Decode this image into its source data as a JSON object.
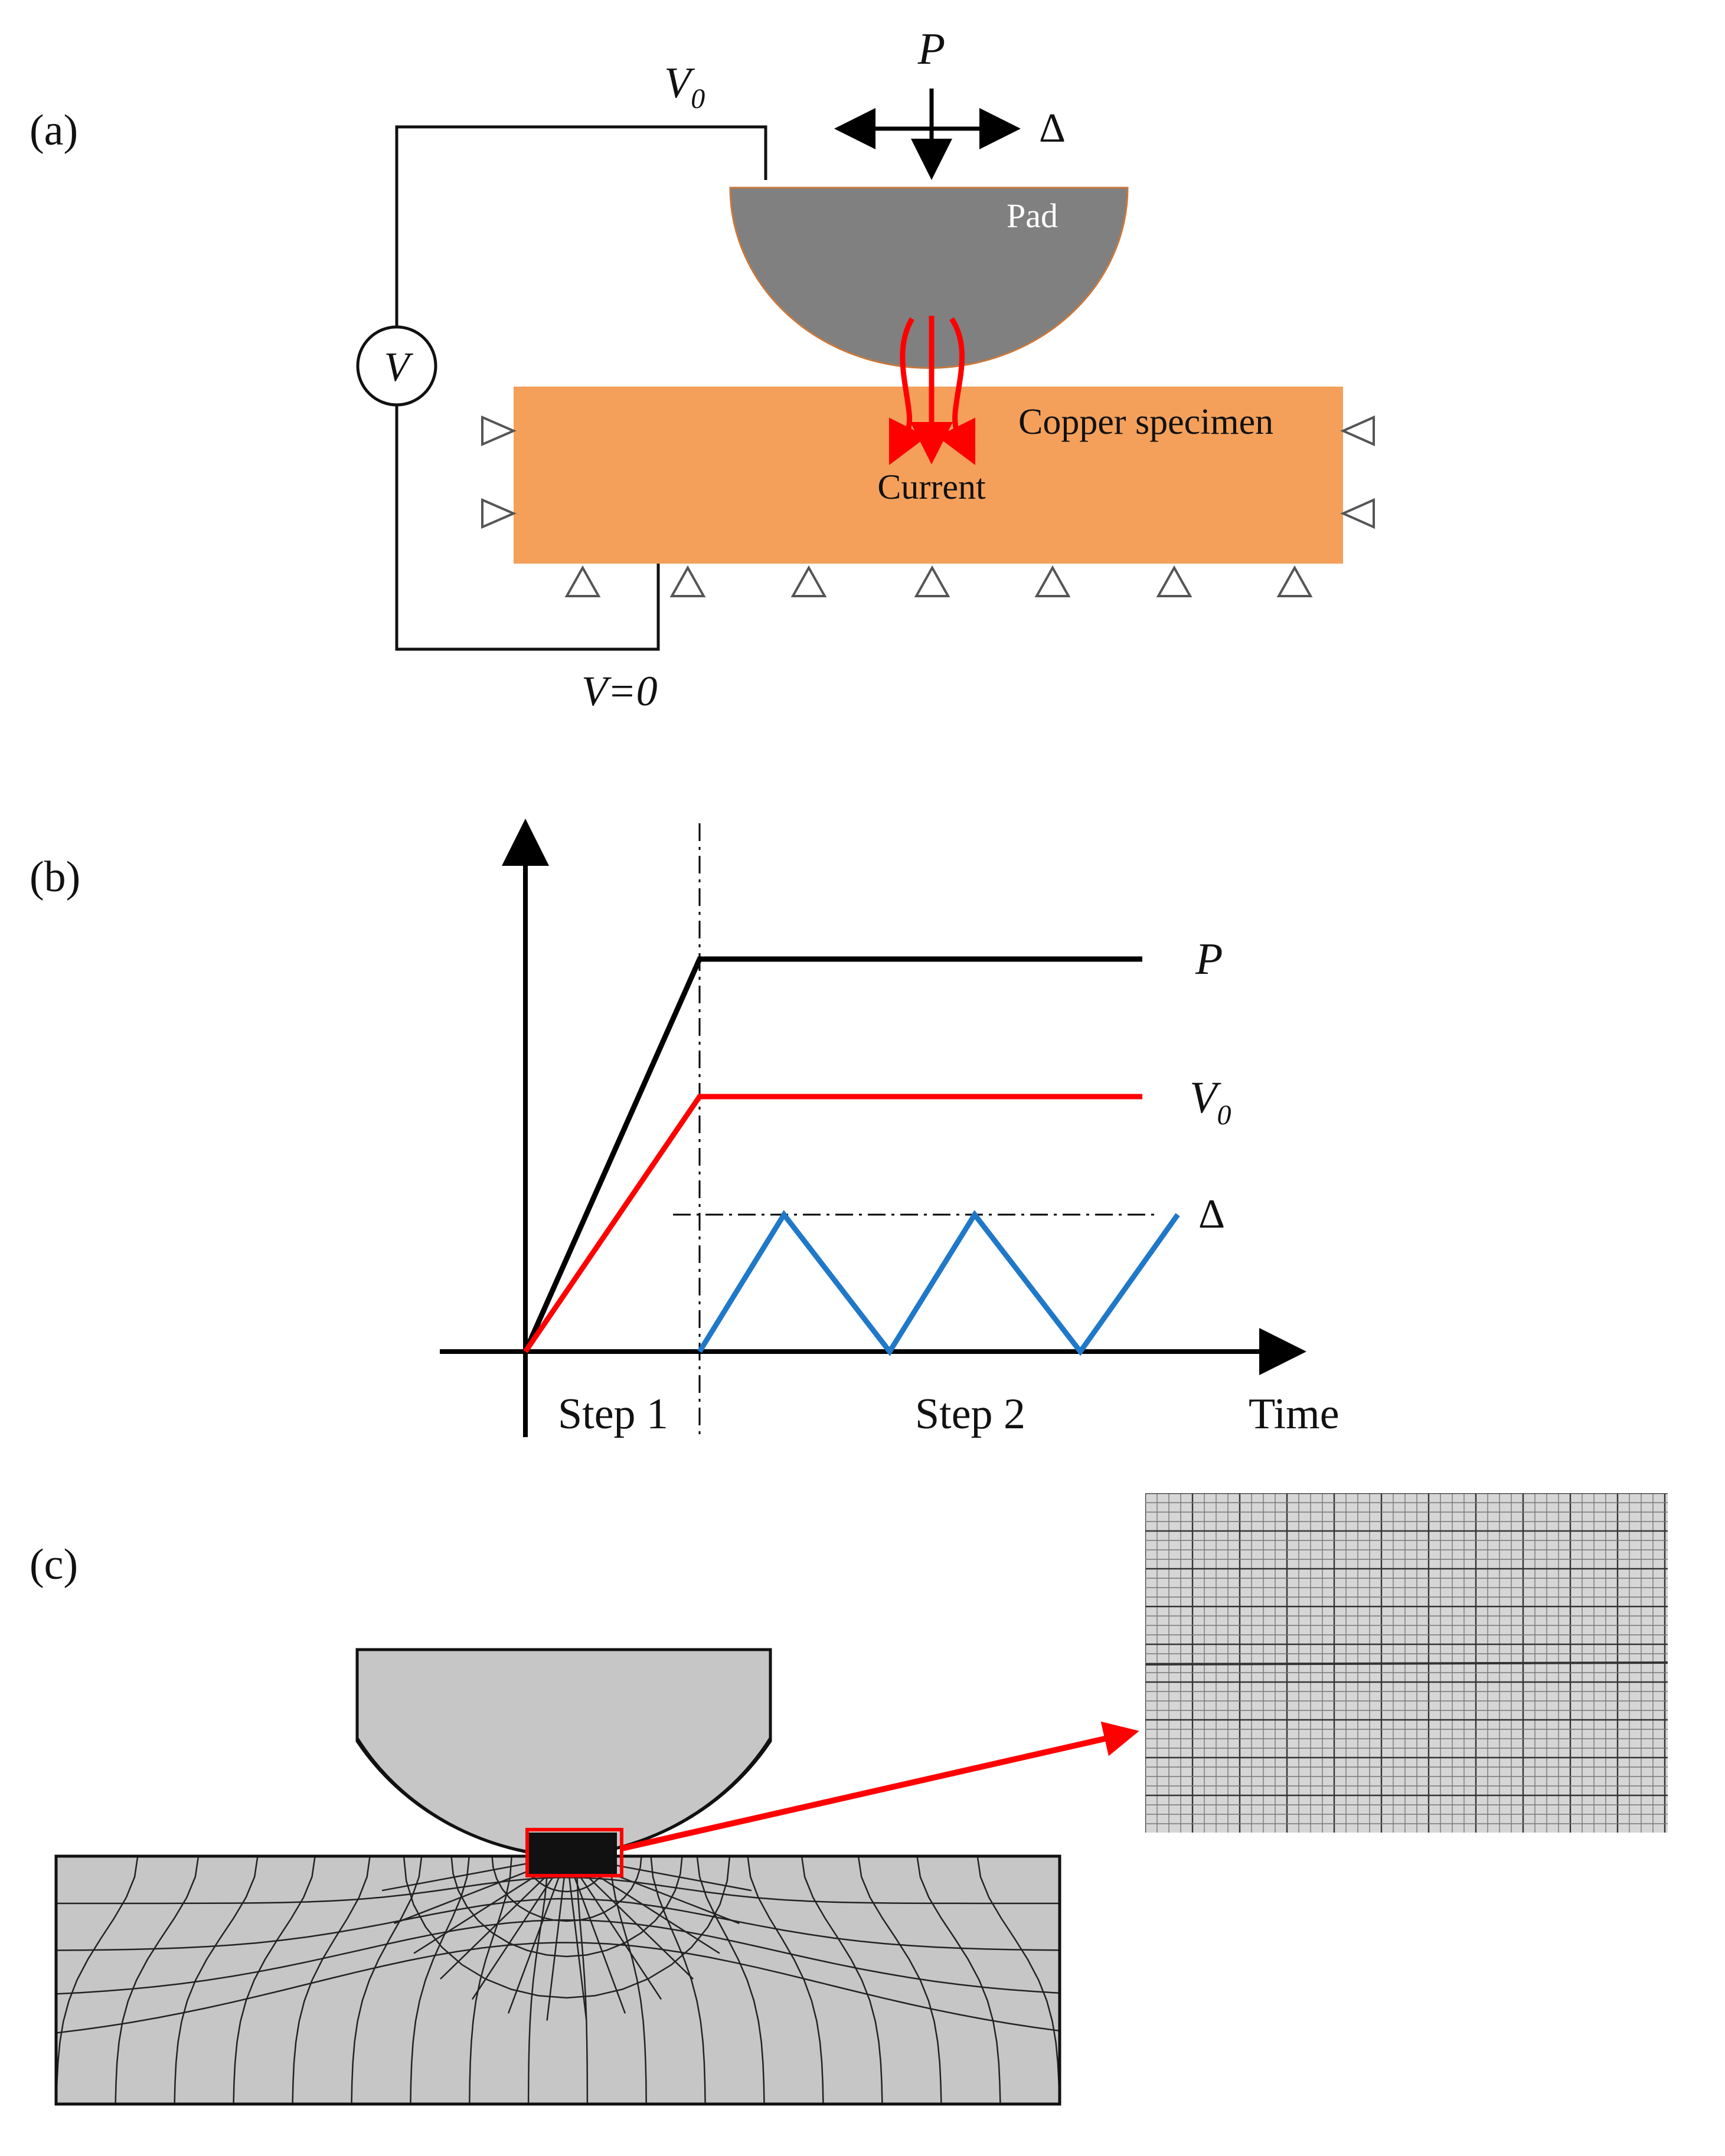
{
  "panels": {
    "a": {
      "label": "(a)",
      "load": "P",
      "displacement": "Δ",
      "voltage_top": "V",
      "voltage_top_sub": "0",
      "voltage_bottom": "V=0",
      "voltmeter": "V",
      "pad": "Pad",
      "specimen": "Copper specimen",
      "current": "Current",
      "colors": {
        "pad": "#808080",
        "specimen": "#f4a05a",
        "current": "#ff0000"
      }
    },
    "b": {
      "label": "(b)",
      "x_axis": "Time",
      "step1": "Step 1",
      "step2": "Step 2",
      "series": {
        "P": {
          "name": "P",
          "color": "#000000"
        },
        "V": {
          "name": "V",
          "sub": "0",
          "color": "#ff0000"
        },
        "D": {
          "name": "Δ",
          "color": "#1f78c8"
        }
      }
    },
    "c": {
      "label": "(c)",
      "highlight_color": "#ff0000"
    }
  }
}
